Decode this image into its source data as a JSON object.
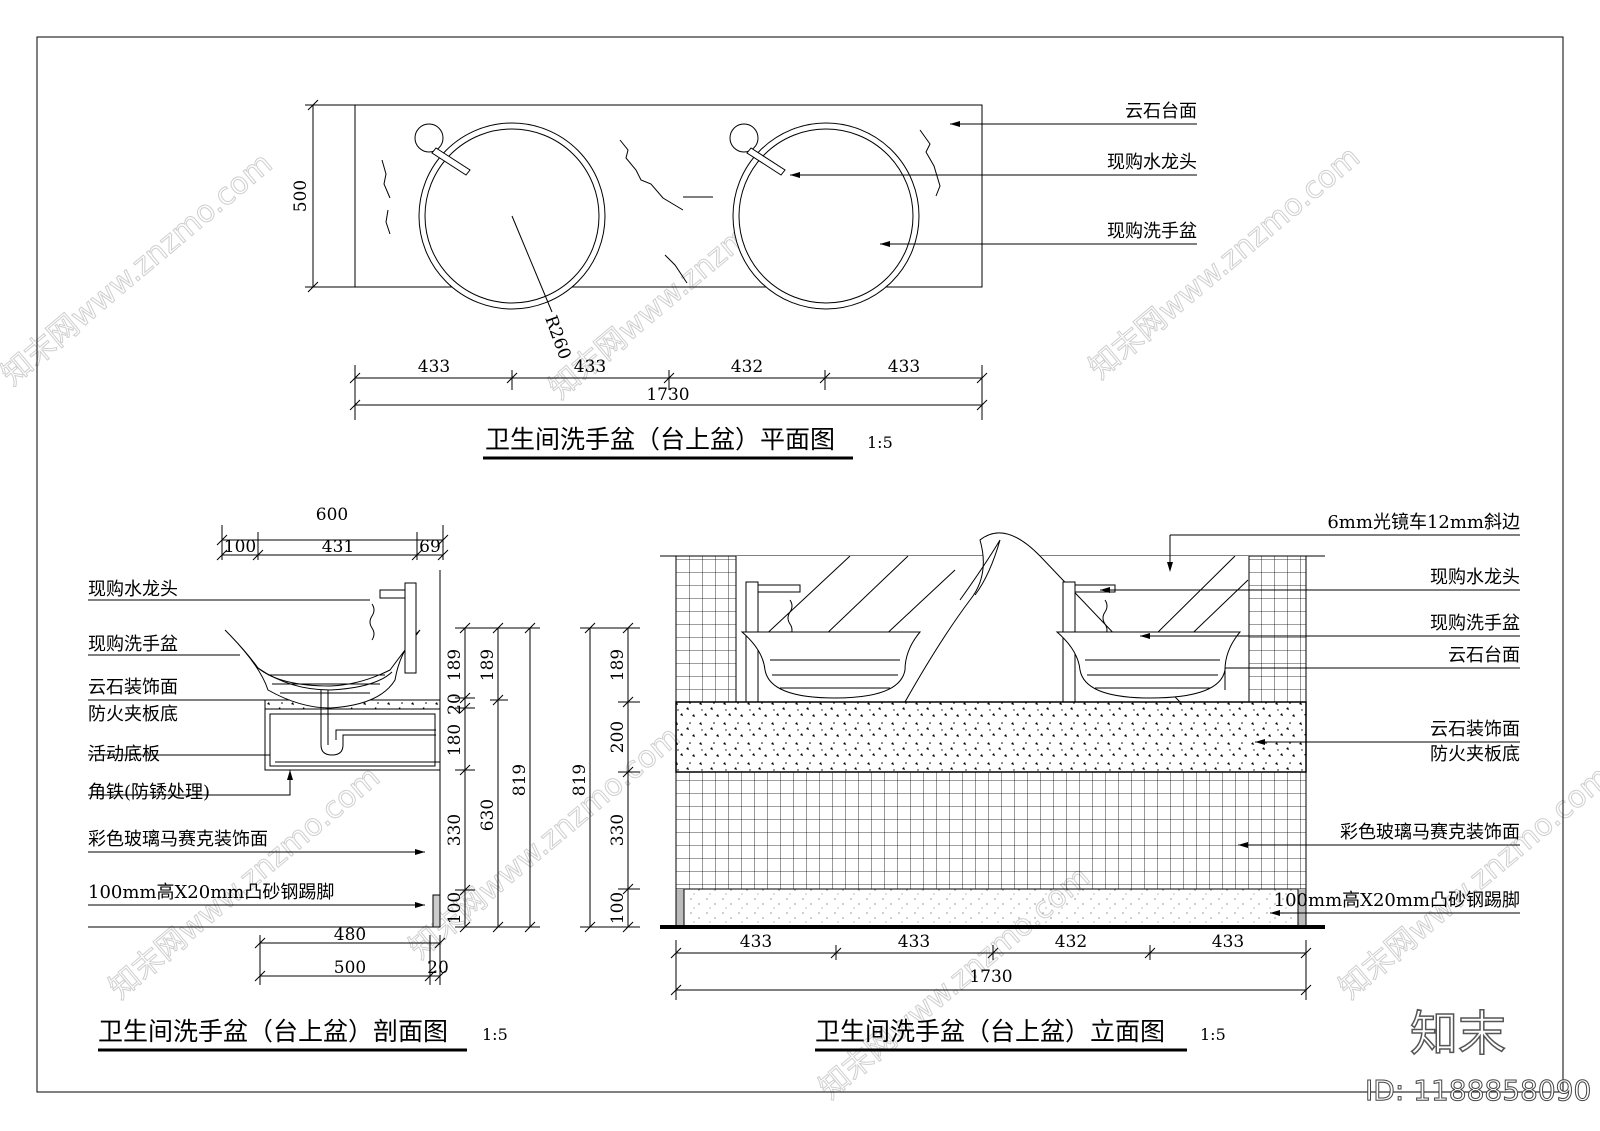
{
  "plan": {
    "title": "卫生间洗手盆（台上盆）平面图",
    "scale": "1:5",
    "labels": {
      "counter": "云石台面",
      "faucet": "现购水龙头",
      "basin": "现购洗手盆"
    },
    "dims": {
      "height": "500",
      "radius": "R260",
      "seg1": "433",
      "seg2": "433",
      "seg3": "432",
      "seg4": "433",
      "total": "1730"
    }
  },
  "section": {
    "title": "卫生间洗手盆（台上盆）剖面图",
    "scale": "1:5",
    "labels": {
      "faucet": "现购水龙头",
      "basin": "现购洗手盆",
      "stone_face": "云石装饰面",
      "fire_board": "防火夹板底",
      "bottom_board": "活动底板",
      "angle_iron": "角铁(防锈处理)",
      "mosaic": "彩色玻璃马赛克装饰面",
      "kick": "100mm高X20mm凸砂钢踢脚"
    },
    "dims": {
      "top_total": "600",
      "top_a": "100",
      "top_b": "431",
      "top_c": "69",
      "v189a": "189",
      "v20": "20",
      "v180": "180",
      "v330": "330",
      "v100": "100",
      "v189b": "189",
      "v630": "630",
      "v819": "819",
      "b480": "480",
      "b500": "500",
      "b20": "20"
    }
  },
  "elevation": {
    "title": "卫生间洗手盆（台上盆）立面图",
    "scale": "1:5",
    "labels": {
      "mirror": "6mm光镜车12mm斜边",
      "faucet": "现购水龙头",
      "basin": "现购洗手盆",
      "counter": "云石台面",
      "stone_face": "云石装饰面",
      "fire_board": "防火夹板底",
      "mosaic": "彩色玻璃马赛克装饰面",
      "kick": "100mm高X20mm凸砂钢踢脚"
    },
    "dims": {
      "v819": "819",
      "v189": "189",
      "v200": "200",
      "v330": "330",
      "v100": "100",
      "seg1": "433",
      "seg2": "433",
      "seg3": "432",
      "seg4": "433",
      "total": "1730"
    }
  },
  "brand": {
    "logo": "知末",
    "id": "ID: 1188858090",
    "watermark": "知末网www.znzmo.com"
  }
}
